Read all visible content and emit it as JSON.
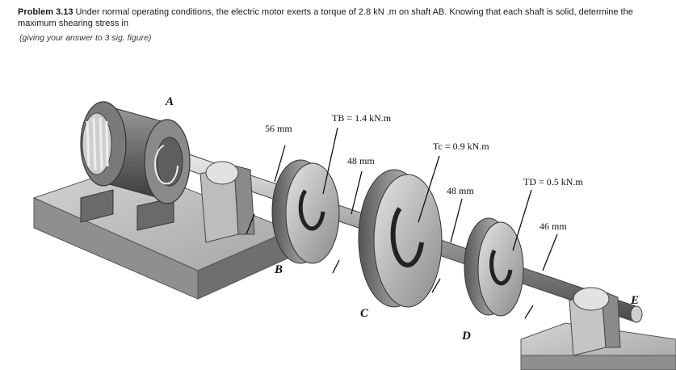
{
  "problem": {
    "number": "Problem 3.13",
    "text": " Under normal operating conditions, the electric motor exerts a torque of 2.8 kN .m on shaft AB. Knowing that each shaft is solid, determine the maximum shearing stress in",
    "hint": "(giving your answer to 3 sig. figure)"
  },
  "figure": {
    "point_labels": {
      "A": "A",
      "B": "B",
      "C": "C",
      "D": "D",
      "E": "E"
    },
    "torques": {
      "tb": "TB = 1.4 kN.m",
      "tc": "Tc = 0.9 kN.m",
      "td": "TD = 0.5 kN.m"
    },
    "diameters": {
      "d1": "56 mm",
      "d2": "48 mm",
      "d3": "48 mm",
      "d4": "46 mm"
    },
    "colors": {
      "metal_light": "#d9d9d9",
      "metal_mid": "#a8a8a8",
      "metal_dark": "#5a5a5a",
      "base": "#b5b5b5"
    }
  }
}
